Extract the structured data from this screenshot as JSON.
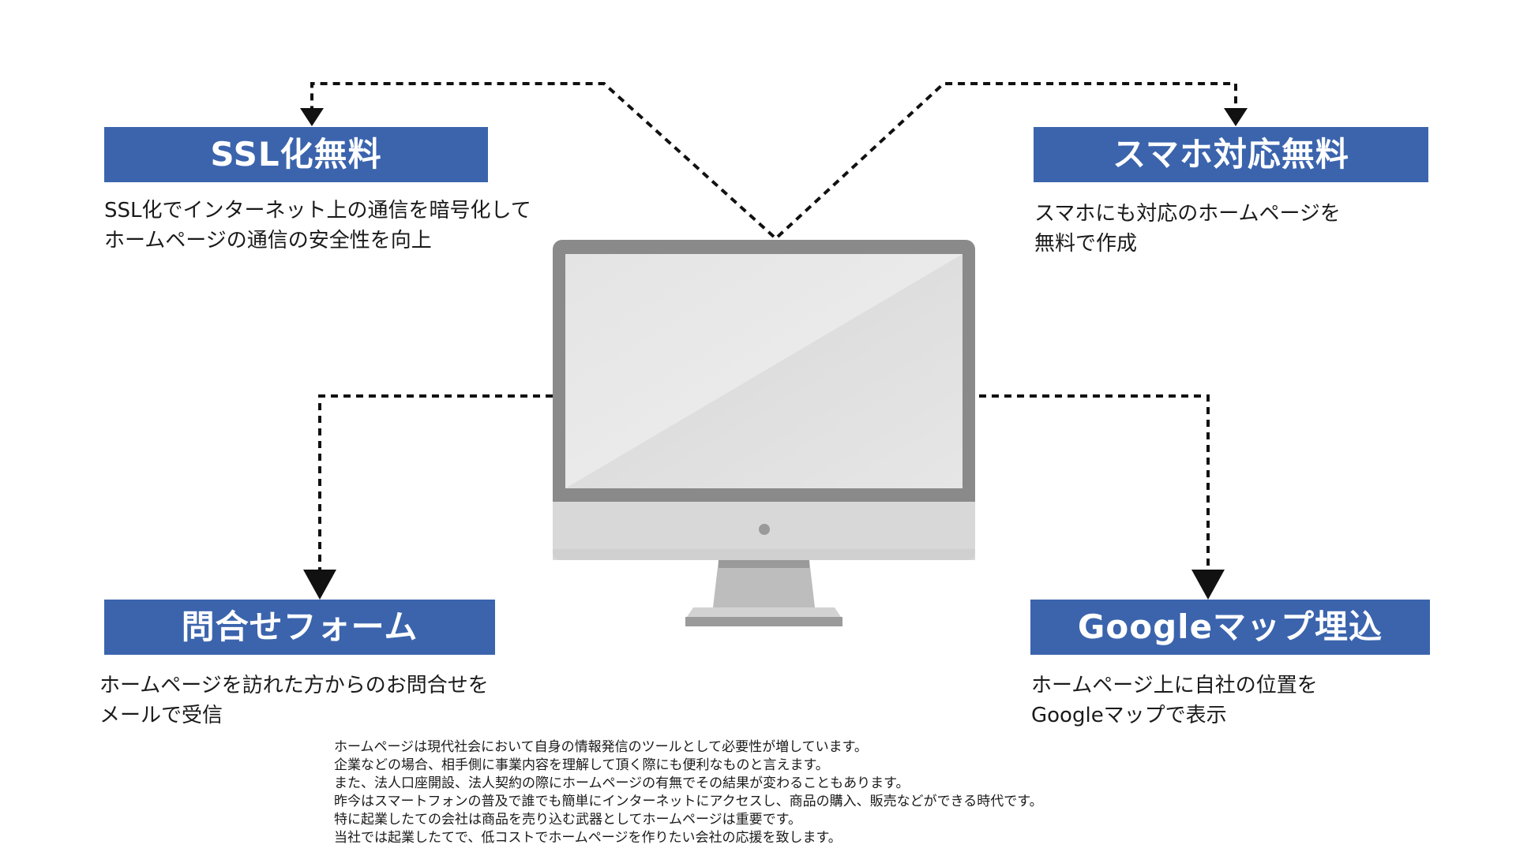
{
  "features": {
    "ssl": {
      "title": "SSL化無料",
      "desc": [
        "SSL化でインターネット上の通信を暗号化して",
        "ホームページの通信の安全性を向上"
      ]
    },
    "smartphone": {
      "title": "スマホ対応無料",
      "desc": [
        "スマホにも対応のホームページを",
        "無料で作成"
      ]
    },
    "contact": {
      "title": "問合せフォーム",
      "desc": [
        "ホームページを訪れた方からのお問合せを",
        "メールで受信"
      ]
    },
    "googlemap": {
      "title": "Googleマップ埋込",
      "desc": [
        "ホームページ上に自社の位置を",
        "Googleマップで表示"
      ]
    }
  },
  "footer": {
    "lines": [
      "ホームページは現代社会において自身の情報発信のツールとして必要性が増しています。",
      "企業などの場合、相手側に事業内容を理解して頂く際にも便利なものと言えます。",
      "また、法人口座開設、法人契約の際にホームページの有無でその結果が変わることもあります。",
      "昨今はスマートフォンの普及で誰でも簡単にインターネットにアクセスし、商品の購入、販売などができる時代です。",
      "特に起業したての会社は商品を売り込む武器としてホームページは重要です。",
      "当社では起業したてで、低コストでホームページを作りたい会社の応援を致します。"
    ]
  },
  "colors": {
    "title_bg": "#3b64ad",
    "connector": "#111111"
  },
  "icons": {
    "computer": "desktop-monitor-icon"
  }
}
